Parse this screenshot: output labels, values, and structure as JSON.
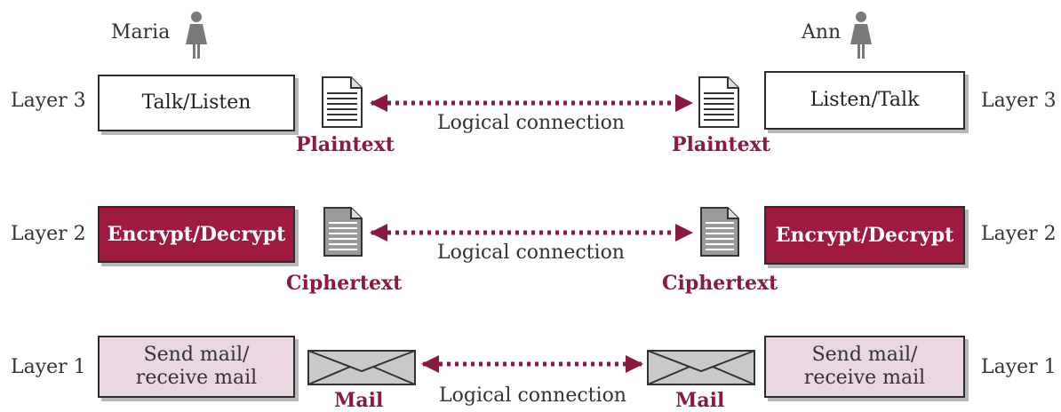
{
  "people": {
    "left": "Maria",
    "right": "Ann",
    "icon": "person-icon"
  },
  "layers": [
    {
      "left_label": "Layer 3",
      "right_label": "Layer 3",
      "left_box": [
        "Talk/Listen"
      ],
      "right_box": [
        "Listen/Talk"
      ],
      "box_style": "white",
      "item": "Plaintext",
      "item_icon": "document-icon",
      "connection": "Logical connection"
    },
    {
      "left_label": "Layer 2",
      "right_label": "Layer 2",
      "left_box": [
        "Encrypt/Decrypt"
      ],
      "right_box": [
        "Encrypt/Decrypt"
      ],
      "box_style": "red",
      "item": "Ciphertext",
      "item_icon": "document-icon",
      "connection": "Logical connection"
    },
    {
      "left_label": "Layer 1",
      "right_label": "Layer 1",
      "left_box": [
        "Send mail/",
        "receive mail"
      ],
      "right_box": [
        "Send mail/",
        "receive mail"
      ],
      "box_style": "pink",
      "item": "Mail",
      "item_icon": "envelope-icon",
      "connection": "Logical connection"
    }
  ],
  "colors": {
    "accent": "#8b1a3d",
    "encrypt_box": "#9e1b3f",
    "mail_box": "#ead7e1",
    "envelope": "#c9c9c9"
  }
}
